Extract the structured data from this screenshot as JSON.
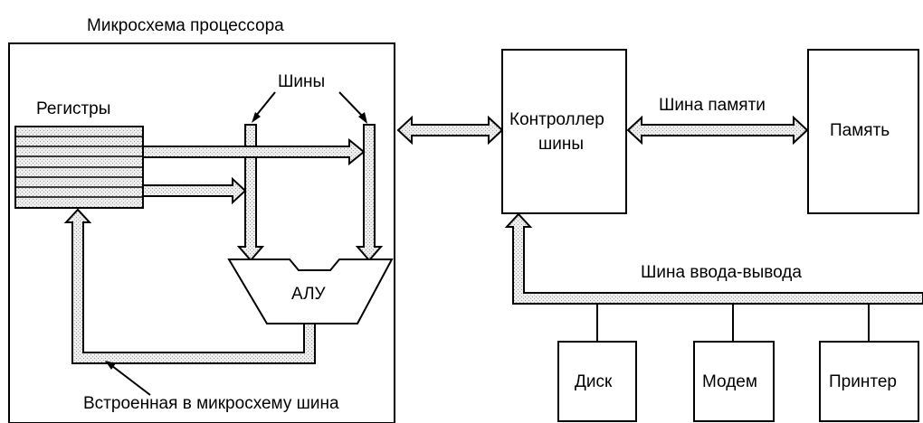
{
  "labels": {
    "cpu_chip": "Микросхема процессора",
    "registers": "Регистры",
    "buses": "Шины",
    "alu": "АЛУ",
    "internal_bus": "Встроенная в микросхему шина",
    "bus_controller_line1": "Контроллер",
    "bus_controller_line2": "шины",
    "memory_bus": "Шина памяти",
    "memory": "Память",
    "io_bus": "Шина ввода-вывода",
    "disk": "Диск",
    "modem": "Модем",
    "printer": "Принтер"
  },
  "colors": {
    "line": "#000000",
    "bus_fill": "#e4e4e4",
    "background": "#ffffff"
  }
}
